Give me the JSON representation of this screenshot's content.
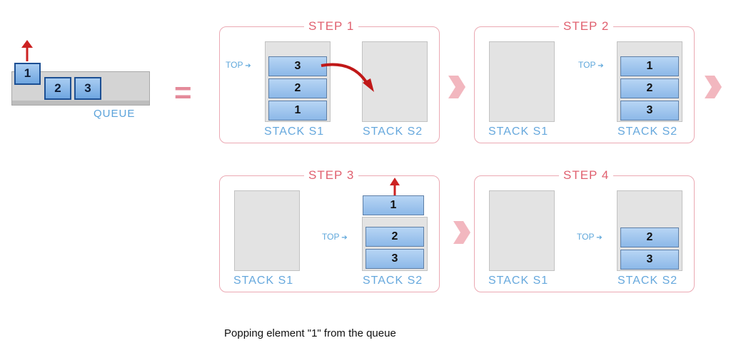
{
  "queue": {
    "label": "QUEUE",
    "popped": "1",
    "items": [
      "2",
      "3"
    ]
  },
  "equals": "=",
  "top_label": "TOP",
  "steps": [
    {
      "title": "STEP 1",
      "s1_label": "STACK S1",
      "s2_label": "STACK S2",
      "s1": [
        "3",
        "2",
        "1"
      ],
      "s2": []
    },
    {
      "title": "STEP 2",
      "s1_label": "STACK S1",
      "s2_label": "STACK S2",
      "s1": [],
      "s2": [
        "1",
        "2",
        "3"
      ]
    },
    {
      "title": "STEP 3",
      "s1_label": "STACK S1",
      "s2_label": "STACK S2",
      "s1": [],
      "s2": [
        "1",
        "2",
        "3"
      ]
    },
    {
      "title": "STEP 4",
      "s1_label": "STACK S1",
      "s2_label": "STACK S2",
      "s1": [],
      "s2": [
        "2",
        "3"
      ]
    }
  ],
  "caption": "Popping element \"1\" from the queue",
  "colors": {
    "panel_border": "#eba9b3",
    "title": "#e0606f",
    "label": "#66a8dd",
    "cell": "#8cb8e8",
    "arrow": "#cc2222",
    "chevron": "#f2b7bf"
  }
}
